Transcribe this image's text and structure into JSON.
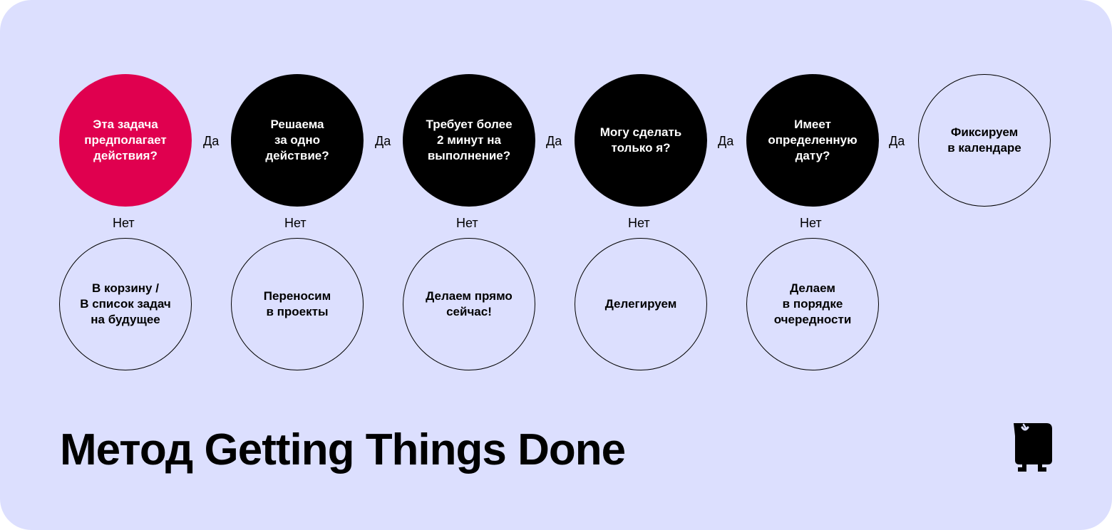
{
  "colors": {
    "background": "#dcdffe",
    "start": "#e0004f",
    "question": "#000000"
  },
  "questions": [
    "Эта задача\nпредполагает\nдействия?",
    "Решаема\nза одно\nдействие?",
    "Требует более\n2 минут на\nвыполнение?",
    "Могу сделать\nтолько я?",
    "Имеет\nопределенную\nдату?"
  ],
  "yes_outcome": "Фиксируем\nв календаре",
  "no_outcomes": [
    "В корзину /\nВ список задач\nна будущее",
    "Переносим\nв проекты",
    "Делаем прямо\nсейчас!",
    "Делегируем",
    "Делаем\nв порядке\nочередности"
  ],
  "yes_label": "Да",
  "no_label": "Нет",
  "title": "Метод Getting Things Done",
  "logo_icon": "mascot-icon"
}
